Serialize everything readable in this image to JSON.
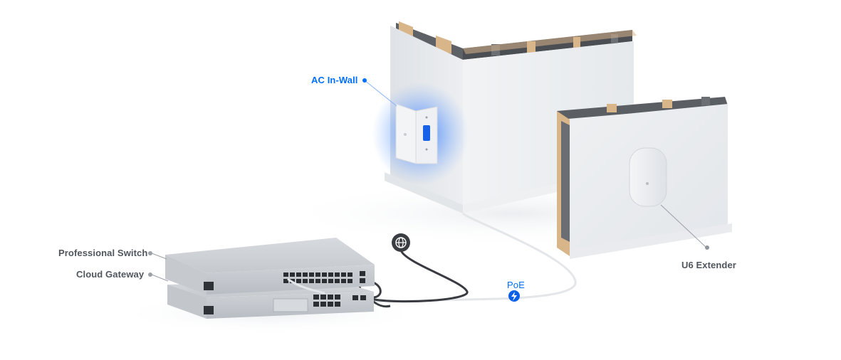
{
  "labels": {
    "ac_in_wall": "AC In-Wall",
    "professional_switch": "Professional Switch",
    "cloud_gateway": "Cloud Gateway",
    "u6_extender": "U6 Extender",
    "poe": "PoE"
  },
  "icons": {
    "internet": "globe-icon",
    "poe": "lightning-icon"
  },
  "colors": {
    "accent": "#006fff",
    "label_grey": "#50565e",
    "cable_dark": "#3a3d42",
    "cable_light": "#e6e8eb"
  }
}
